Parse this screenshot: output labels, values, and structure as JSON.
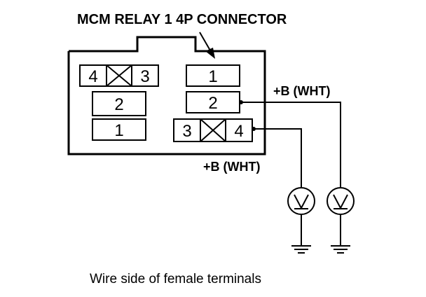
{
  "title": "MCM RELAY 1 4P CONNECTOR",
  "caption": "Wire side of female terminals",
  "power_labels": [
    "+B (WHT)",
    "+B (WHT)"
  ],
  "left_block": {
    "top_left": "4",
    "top_right": "3",
    "middle": "2",
    "bottom": "1"
  },
  "right_block": {
    "top": "1",
    "second": "2",
    "bottom_left": "3",
    "bottom_right": "4"
  },
  "meters": [
    {
      "icon": "voltmeter-icon",
      "symbol": "V"
    },
    {
      "icon": "voltmeter-icon",
      "symbol": "V"
    }
  ]
}
